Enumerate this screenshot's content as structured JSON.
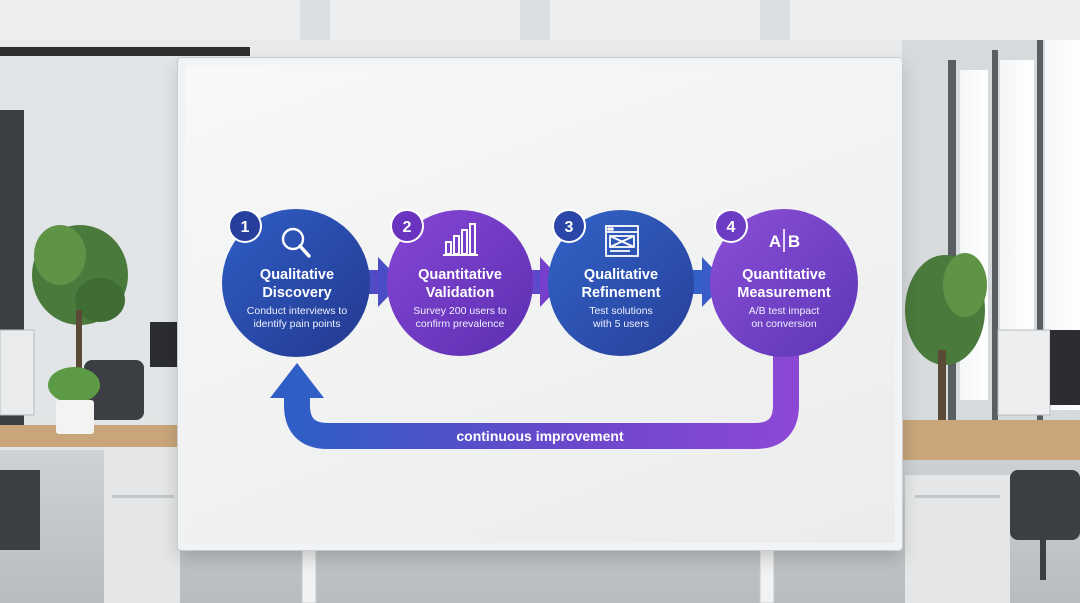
{
  "steps": [
    {
      "number": "1",
      "title_line1": "Qualitative",
      "title_line2": "Discovery",
      "desc_line1": "Conduct interviews to",
      "desc_line2": "identify pain points",
      "icon": "magnifying-glass-icon",
      "color": "#2f4fb0"
    },
    {
      "number": "2",
      "title_line1": "Quantitative",
      "title_line2": "Validation",
      "desc_line1": "Survey 200 users to",
      "desc_line2": "confirm prevalence",
      "icon": "bar-chart-icon",
      "color": "#7a3fc8"
    },
    {
      "number": "3",
      "title_line1": "Qualitative",
      "title_line2": "Refinement",
      "desc_line1": "Test solutions",
      "desc_line2": "with 5 users",
      "icon": "wireframe-window-icon",
      "color": "#2f57b8"
    },
    {
      "number": "4",
      "title_line1": "Quantitative",
      "title_line2": "Measurement",
      "desc_line1": "A/B test impact",
      "desc_line2": "on conversion",
      "icon": "ab-test-icon",
      "icon_text_a": "A",
      "icon_text_b": "B",
      "color": "#7d45d0"
    }
  ],
  "loop": {
    "label": "continuous improvement",
    "color_start": "#2f5cc4",
    "color_end": "#8a47d4"
  }
}
